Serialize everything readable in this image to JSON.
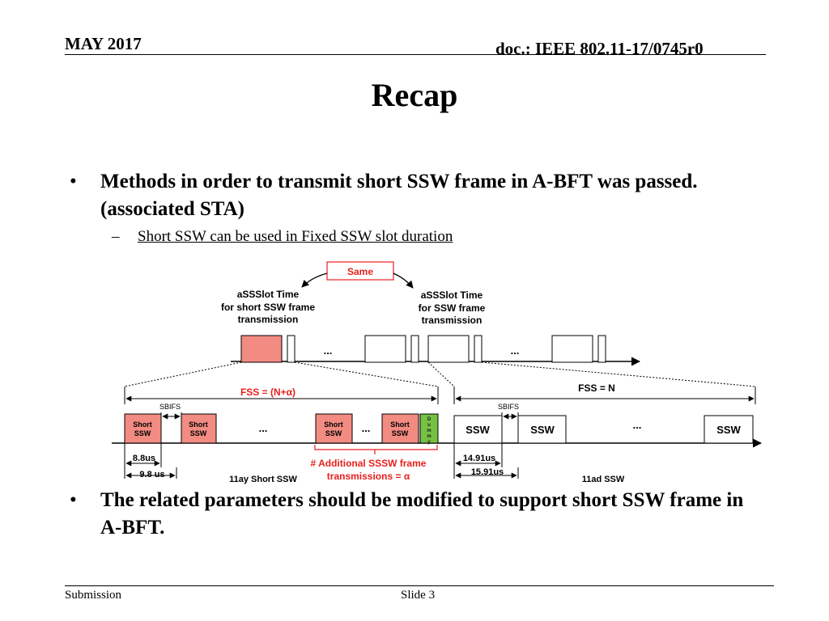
{
  "header": {
    "date": "MAY 2017",
    "doc": "doc.: IEEE 802.11-17/0745r0"
  },
  "title": "Recap",
  "bullets": [
    {
      "text": "Methods in order to transmit short SSW frame in A-BFT was passed. (associated STA)",
      "sub": "Short SSW can be used in Fixed SSW slot duration"
    },
    {
      "text": "The related parameters should be modified to support short SSW frame in A-BFT."
    }
  ],
  "diagram": {
    "same_label": "Same",
    "left_slot_label": [
      "aSSSlot Time",
      "for short SSW frame",
      "transmission"
    ],
    "right_slot_label": [
      "aSSSlot Time",
      "for SSW frame",
      "transmission"
    ],
    "ellipsis": "...",
    "fss_left": "FSS = (N+α)",
    "fss_right": "FSS = N",
    "sbifs": "SBIFS",
    "short_ssw": [
      "Short",
      "SSW"
    ],
    "dummy": [
      "D",
      "u",
      "m",
      "m",
      "y"
    ],
    "ssw": "SSW",
    "left_timings": [
      "8.8us",
      "9.8 us"
    ],
    "right_timings": [
      "14.91us",
      "15.91us"
    ],
    "additional": [
      "# Additional SSSW frame",
      "transmissions = α"
    ],
    "caption_left": "11ay Short SSW",
    "caption_right": "11ad SSW",
    "colors": {
      "red": "#e8201e",
      "salmon": "#f28b82",
      "green": "#76c043",
      "box_border": "#000000"
    }
  },
  "footer": {
    "left": "Submission",
    "slide": "Slide 3"
  }
}
